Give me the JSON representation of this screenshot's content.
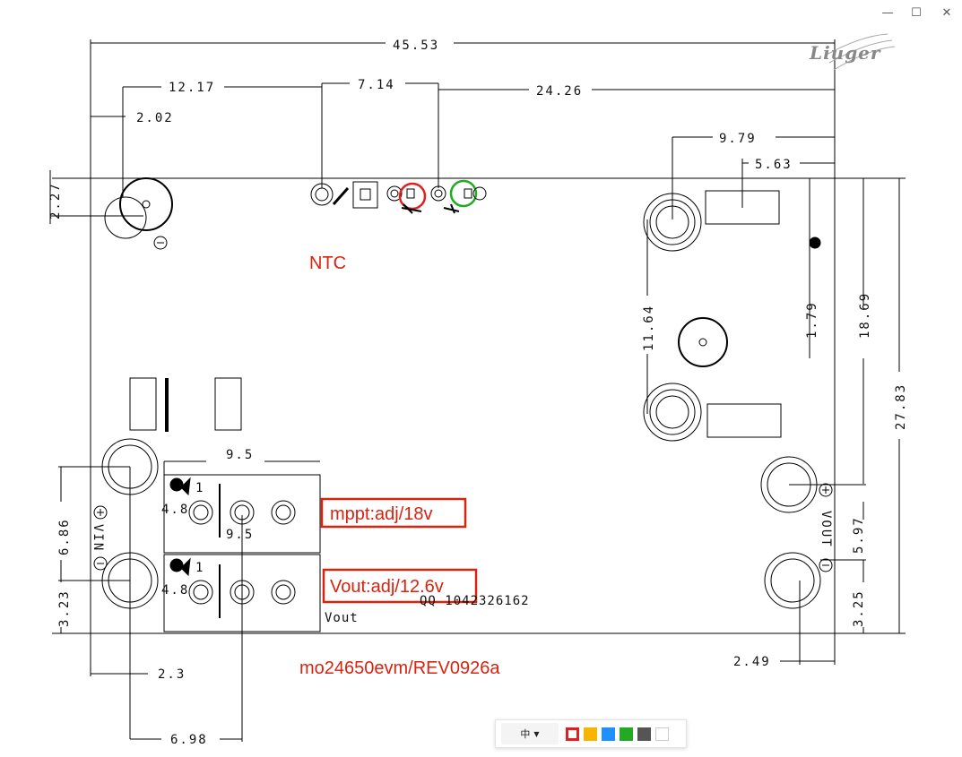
{
  "window": {
    "minimize_glyph": "—",
    "maximize_glyph": "☐",
    "close_glyph": "✕"
  },
  "logo": {
    "text": "Liuger"
  },
  "dimensions": {
    "overall_width": "45.53",
    "d_12_17": "12.17",
    "d_7_14": "7.14",
    "d_24_26": "24.26",
    "d_2_02": "2.02",
    "d_2_27": "2.27",
    "d_9_79": "9.79",
    "d_5_63": "5.63",
    "d_11_64": "11.64",
    "d_1_79": "1.79",
    "d_18_69": "18.69",
    "d_27_83": "27.83",
    "d_9_5_top": "9.5",
    "d_9_5_mid": "9.5",
    "d_4_8_top": "4.8",
    "d_4_8_bot": "4.8",
    "d_6_86": "6.86",
    "d_3_23": "3.23",
    "d_2_3": "2.3",
    "d_6_98": "6.98",
    "d_5_97": "5.97",
    "d_3_25": "3.25",
    "d_2_49": "2.49"
  },
  "silkscreen": {
    "vin": "VIN",
    "vout_right": "VOUT",
    "vout_bottom": "Vout",
    "pin1_top": "1",
    "pin1_bot": "1",
    "qq": "QQ 1042326162"
  },
  "annotations": {
    "ntc": "NTC",
    "mppt": "mppt:adj/18v",
    "vout": "Vout:adj/12.6v",
    "board": "mo24650evm/REV0926a"
  },
  "toolbar": {
    "language_label": "中",
    "colors": [
      "#e02020",
      "#f7b500",
      "#1e90ff",
      "#22aa22",
      "#555555",
      "#ffffff"
    ]
  }
}
